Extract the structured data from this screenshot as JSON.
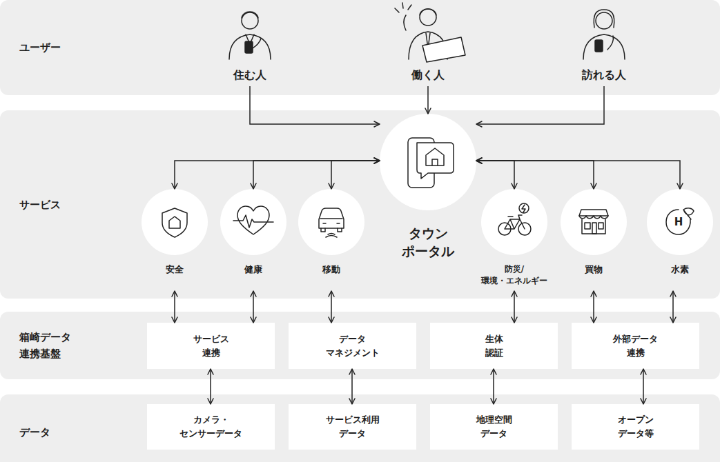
{
  "diagram": {
    "nodes": [
      {
        "text": [
          "ユーザー"
        ]
      },
      {
        "text": [
          "住む人"
        ],
        "in": 0
      },
      {
        "text": [
          "働く人"
        ],
        "in": 0
      },
      {
        "text": [
          "訪れる人"
        ],
        "in": 0
      },
      {
        "text": [
          "サービス"
        ]
      },
      {
        "text": [
          "タウン ポータル"
        ],
        "in": 4
      },
      {
        "text": [
          "安全"
        ],
        "in": 4
      },
      {
        "text": [
          "健康"
        ],
        "in": 4
      },
      {
        "text": [
          "移動"
        ],
        "in": 4
      },
      {
        "text": [
          "防災/ 環境・エネルギー"
        ],
        "in": 4
      },
      {
        "text": [
          "買物"
        ],
        "in": 4
      },
      {
        "text": [
          "水素"
        ],
        "in": 4
      },
      {
        "text": [
          "箱崎データ 連携基盤"
        ]
      },
      {
        "text": [
          "サービス 連携"
        ],
        "in": 12
      },
      {
        "text": [
          "データ マネジメント"
        ],
        "in": 12
      },
      {
        "text": [
          "生体 認証"
        ],
        "in": 12
      },
      {
        "text": [
          "外部データ 連携"
        ],
        "in": 12
      },
      {
        "text": [
          "データ"
        ]
      },
      {
        "text": [
          "カメラ・ センサーデータ"
        ],
        "in": 17
      },
      {
        "text": [
          "サービス利用 データ"
        ],
        "in": 17
      },
      {
        "text": [
          "地理空間 データ"
        ],
        "in": 17
      },
      {
        "text": [
          "オープン データ等"
        ],
        "in": 17
      }
    ],
    "edges": [
      {
        "from": 1,
        "to": 5,
        "arrow": "to"
      },
      {
        "from": 2,
        "to": 5,
        "arrow": "to"
      },
      {
        "from": 3,
        "to": 5,
        "arrow": "to"
      },
      {
        "from": 5,
        "to": 6,
        "arrow": "both"
      },
      {
        "from": 5,
        "to": 7,
        "arrow": "both"
      },
      {
        "from": 5,
        "to": 8,
        "arrow": "both"
      },
      {
        "from": 5,
        "to": 9,
        "arrow": "both"
      },
      {
        "from": 5,
        "to": 10,
        "arrow": "both"
      },
      {
        "from": 5,
        "to": 11,
        "arrow": "both"
      },
      {
        "from": 6,
        "to": 13,
        "arrow": "both"
      },
      {
        "from": 7,
        "to": 13,
        "arrow": "both"
      },
      {
        "from": 8,
        "to": 14,
        "arrow": "both"
      },
      {
        "from": 9,
        "to": 15,
        "arrow": "both"
      },
      {
        "from": 10,
        "to": 16,
        "arrow": "both"
      },
      {
        "from": 11,
        "to": 16,
        "arrow": "both"
      },
      {
        "from": 13,
        "to": 18,
        "arrow": "both"
      },
      {
        "from": 14,
        "to": 19,
        "arrow": "both"
      },
      {
        "from": 15,
        "to": 20,
        "arrow": "both"
      },
      {
        "from": 16,
        "to": 21,
        "arrow": "both"
      }
    ],
    "labels": [
      "H"
    ]
  }
}
